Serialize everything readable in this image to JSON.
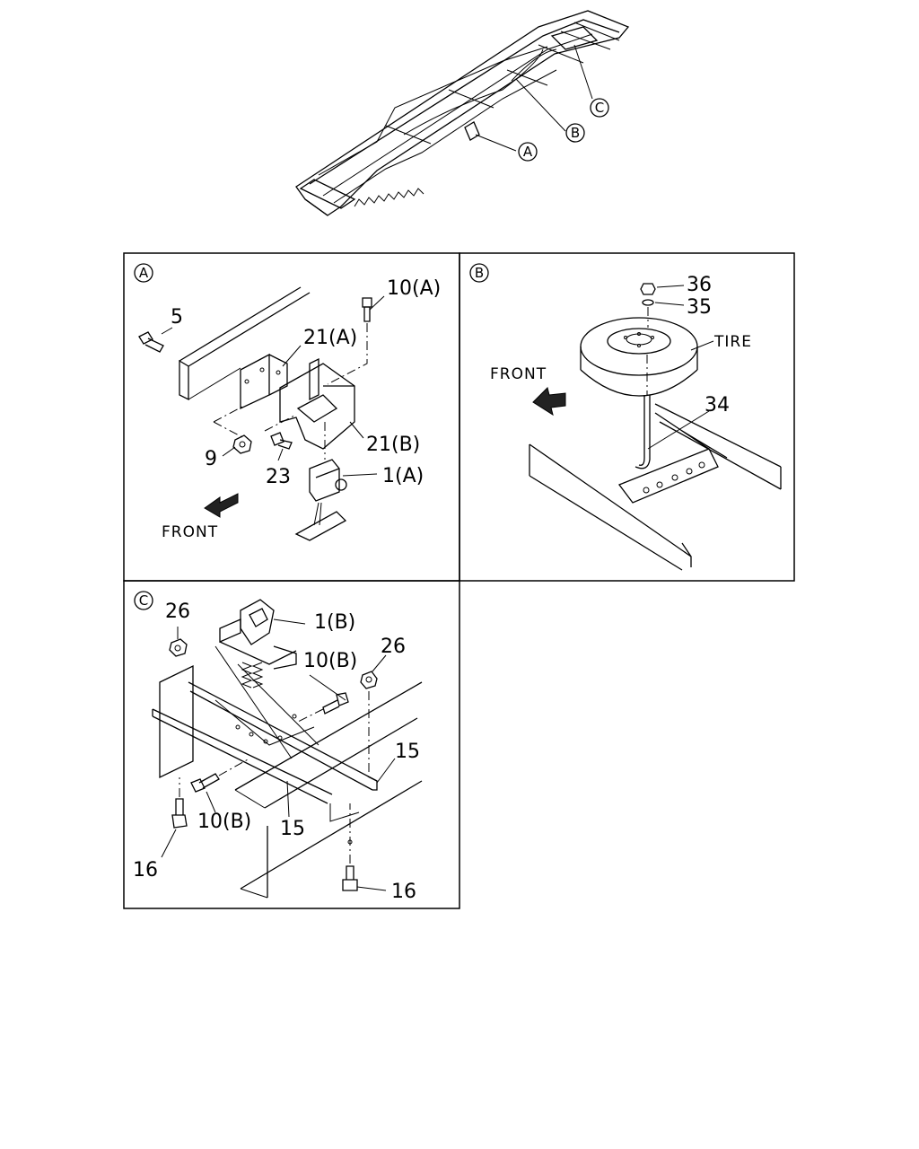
{
  "overview": {
    "callouts": [
      {
        "id": "A",
        "text": "A"
      },
      {
        "id": "B",
        "text": "B"
      },
      {
        "id": "C",
        "text": "C"
      }
    ]
  },
  "panelA": {
    "tag": "A",
    "labels": {
      "p5": "5",
      "p10a": "10(A)",
      "p21a": "21(A)",
      "p21b": "21(B)",
      "p9": "9",
      "p23": "23",
      "p1a": "1(A)",
      "front": "FRONT"
    }
  },
  "panelB": {
    "tag": "B",
    "labels": {
      "p36": "36",
      "p35": "35",
      "tire": "TIRE",
      "front": "FRONT",
      "p34": "34"
    }
  },
  "panelC": {
    "tag": "C",
    "labels": {
      "p26a": "26",
      "p1b": "1(B)",
      "p10b_top": "10(B)",
      "p26b": "26",
      "p15a": "15",
      "p15b": "15",
      "p10b_bot": "10(B)",
      "p16a": "16",
      "p16b": "16"
    }
  }
}
